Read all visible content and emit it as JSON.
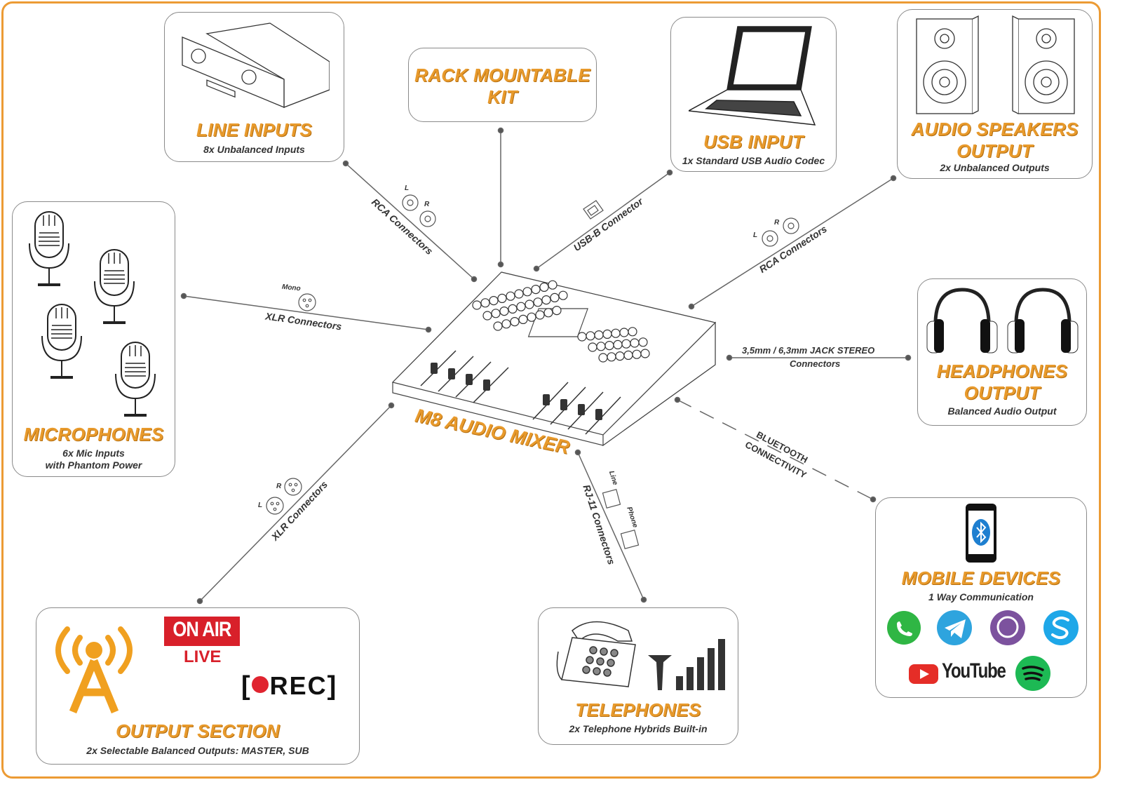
{
  "accent_color": "#e89a2c",
  "frame_color": "#ec9b34",
  "center": {
    "title": "M8 AUDIO MIXER"
  },
  "nodes": {
    "line_inputs": {
      "title": "LINE INPUTS",
      "subtitle": "8x Unbalanced Inputs",
      "connector": "RCA Connectors",
      "pins": [
        "L",
        "R"
      ]
    },
    "rack": {
      "title_line1": "RACK MOUNTABLE",
      "title_line2": "KIT"
    },
    "usb": {
      "title": "USB INPUT",
      "subtitle": "1x Standard USB Audio Codec",
      "connector": "USB-B Connector"
    },
    "speakers": {
      "title_line1": "AUDIO SPEAKERS",
      "title_line2": "OUTPUT",
      "subtitle": "2x Unbalanced Outputs",
      "connector": "RCA Connectors",
      "pins": [
        "L",
        "R"
      ]
    },
    "microphones": {
      "title": "MICROPHONES",
      "subtitle_line1": "6x Mic Inputs",
      "subtitle_line2": "with Phantom Power",
      "connector": "XLR Connectors",
      "pin_label": "Mono"
    },
    "headphones": {
      "title_line1": "HEADPHONES",
      "title_line2": "OUTPUT",
      "subtitle": "Balanced Audio Output",
      "connector_line1": "3,5mm / 6,3mm JACK STEREO",
      "connector_line2": "Connectors"
    },
    "mobile": {
      "title": "MOBILE DEVICES",
      "subtitle": "1 Way Communication",
      "connector_line1": "BLUETOOTH",
      "connector_line2": "CONNECTIVITY",
      "youtube_label": "YouTube"
    },
    "telephones": {
      "title": "TELEPHONES",
      "subtitle": "2x Telephone Hybrids Built-in",
      "connector": "RJ-11 Connectors",
      "port_labels": [
        "Line",
        "Phone"
      ]
    },
    "output": {
      "title": "OUTPUT SECTION",
      "subtitle": "2x Selectable Balanced Outputs: MASTER, SUB",
      "on_air": "ON AIR",
      "live": "LIVE",
      "rec": "REC",
      "connector": "XLR Connectors",
      "pins": [
        "L",
        "R"
      ]
    }
  }
}
